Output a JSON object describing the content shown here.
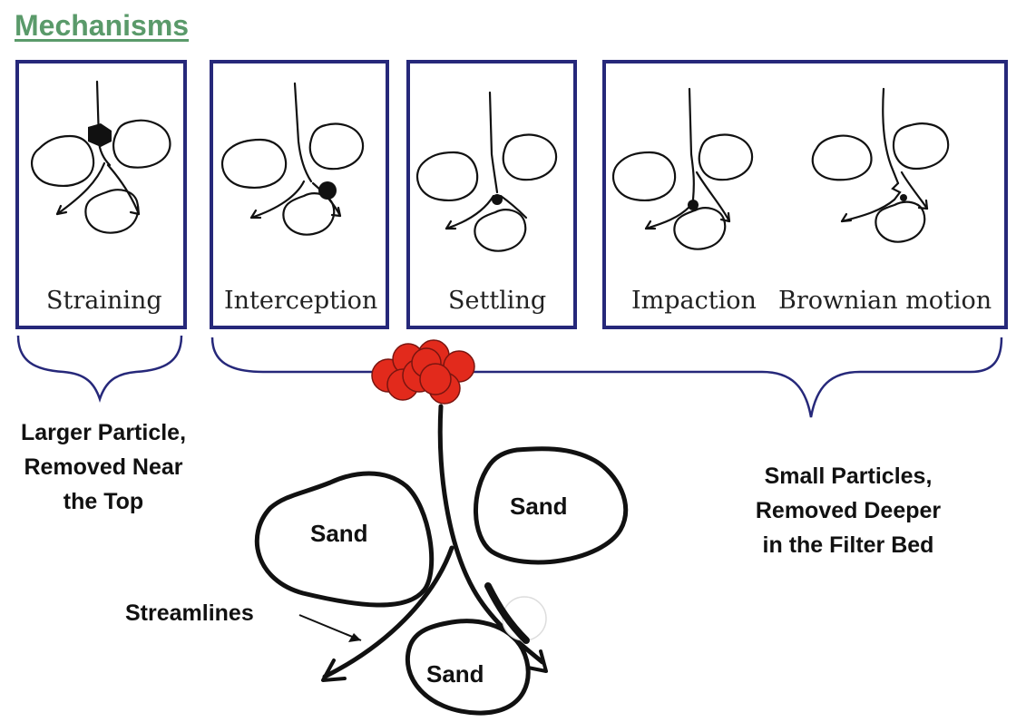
{
  "title": "Mechanisms",
  "mechanisms": [
    {
      "label": "Straining"
    },
    {
      "label": "Interception"
    },
    {
      "label": "Settling"
    },
    {
      "label": "Impaction"
    },
    {
      "label": "Brownian motion"
    }
  ],
  "callouts": {
    "larger": [
      "Larger Particle,",
      "Removed Near",
      "the Top"
    ],
    "small": [
      "Small Particles,",
      "Removed Deeper",
      "in the Filter Bed"
    ]
  },
  "diagram": {
    "sand_label": "Sand",
    "streamlines_label": "Streamlines"
  },
  "colors": {
    "title": "#5a9a6a",
    "panel_border": "#26287a",
    "particle_cluster": "#e22a1c"
  }
}
